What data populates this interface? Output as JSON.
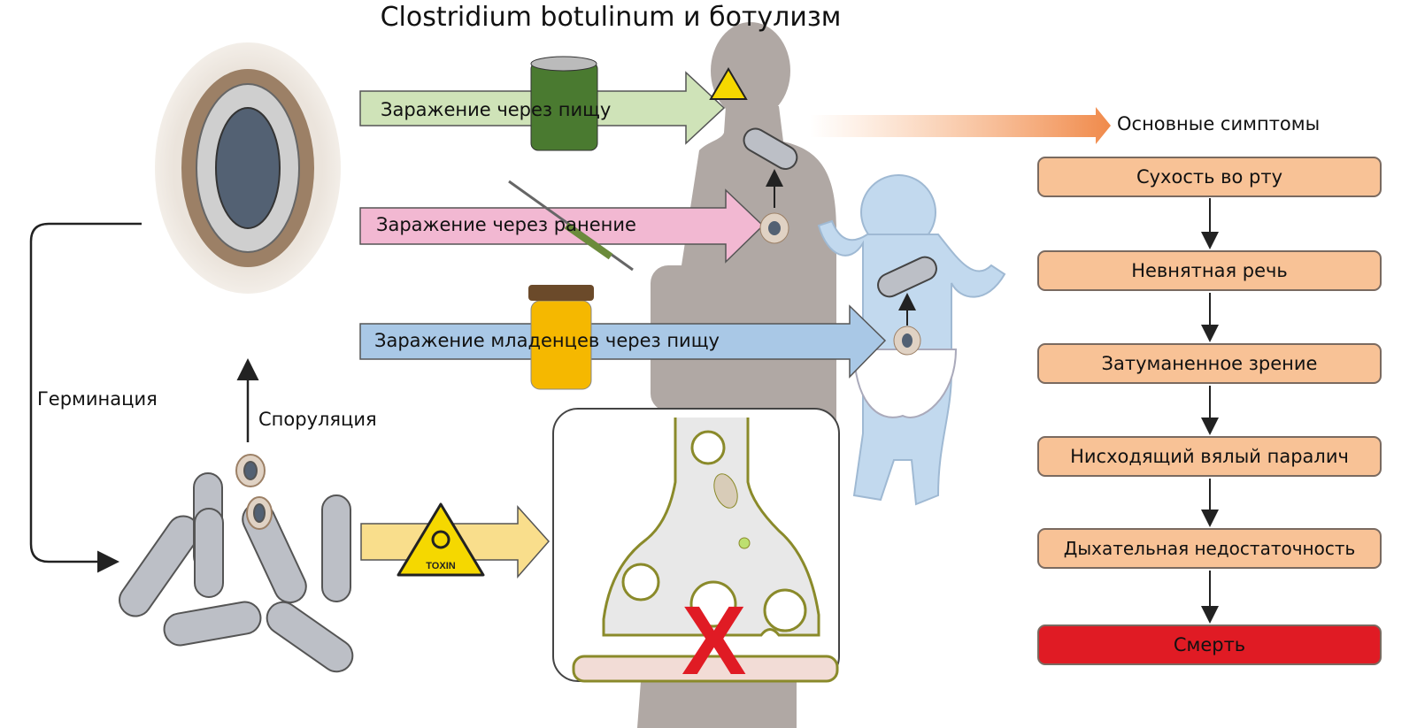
{
  "title": "Clostridium botulinum и ботулизм",
  "lifecycle": {
    "germination_label": "Герминация",
    "sporulation_label": "Споруляция",
    "toxin_sign": "TOXIN"
  },
  "routes": [
    {
      "label": "Заражение через пищу",
      "color": "#cfe3b8"
    },
    {
      "label": "Заражение через ранение",
      "color": "#f2b8d2"
    },
    {
      "label": "Заражение младенцев через пищу",
      "color": "#a9c8e6"
    }
  ],
  "symptoms": {
    "header": "Основные симптомы",
    "items": [
      "Сухость во рту",
      "Невнятная речь",
      "Затуманенное зрение",
      "Нисходящий вялый паралич",
      "Дыхательная недостаточность",
      "Смерть"
    ],
    "box_color": "#f8c296",
    "final_color": "#e01b24"
  },
  "blocked_mark": "X"
}
